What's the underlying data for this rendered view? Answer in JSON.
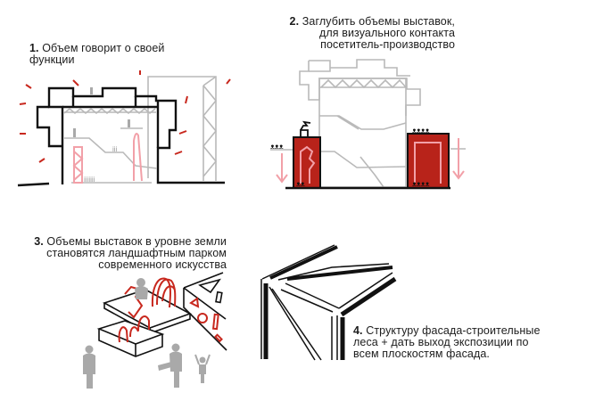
{
  "sections": [
    {
      "number": "1.",
      "lines": [
        "Объем говорит о  своей",
        "функции"
      ]
    },
    {
      "number": "2.",
      "lines": [
        "Заглубить объемы выставок,",
        "для визуального контакта",
        "посетитель-производство"
      ]
    },
    {
      "number": "3.",
      "lines": [
        "Объемы выставок в уровне земли",
        "становятся ландшафтным парком",
        "современного искусства"
      ]
    },
    {
      "number": "4.",
      "lines": [
        "Структуру фасада-строительные",
        "леса + дать выход экспозиции по",
        "всем плоскостям фасада."
      ]
    }
  ],
  "colors": {
    "accent_red": "#c8281e",
    "fill_red": "#b8231a",
    "pink": "#f2a0a8",
    "gray": "#b9b9b9",
    "ink": "#111111"
  }
}
